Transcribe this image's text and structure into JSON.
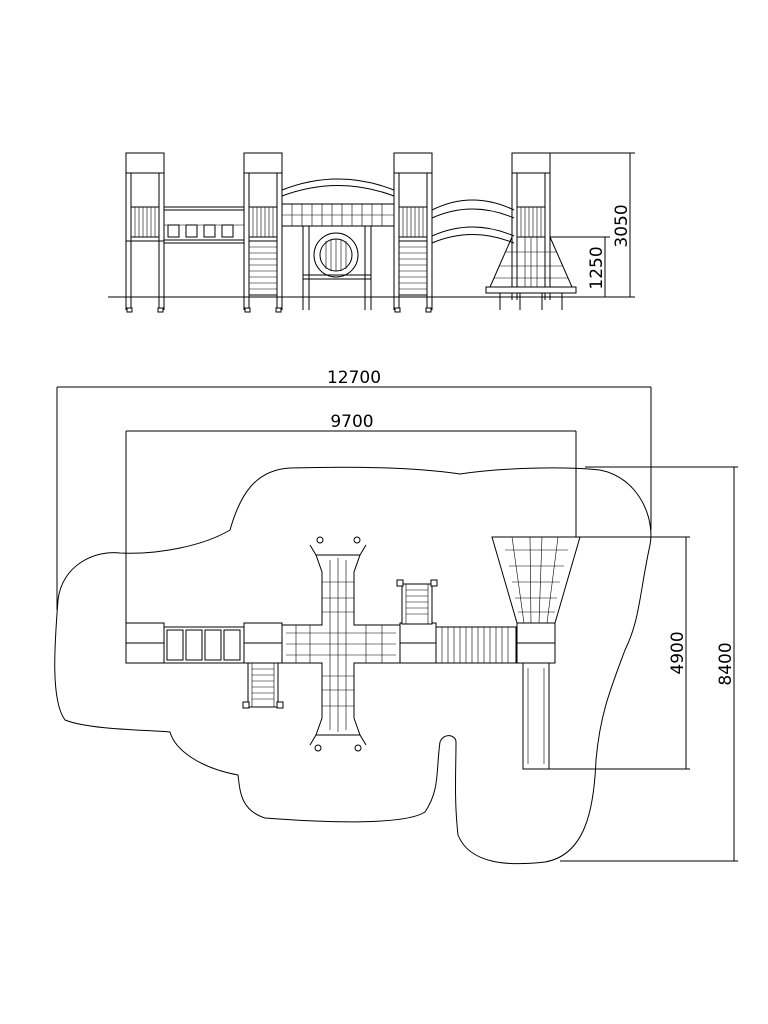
{
  "elevation": {
    "dimensions": {
      "total_height": "3050",
      "platform_height": "1250"
    }
  },
  "plan": {
    "dimensions": {
      "overall_width": "12700",
      "structure_width": "9700",
      "overall_depth": "8400",
      "structure_depth": "4900"
    }
  },
  "colors": {
    "line": "#000000",
    "background": "#ffffff"
  }
}
